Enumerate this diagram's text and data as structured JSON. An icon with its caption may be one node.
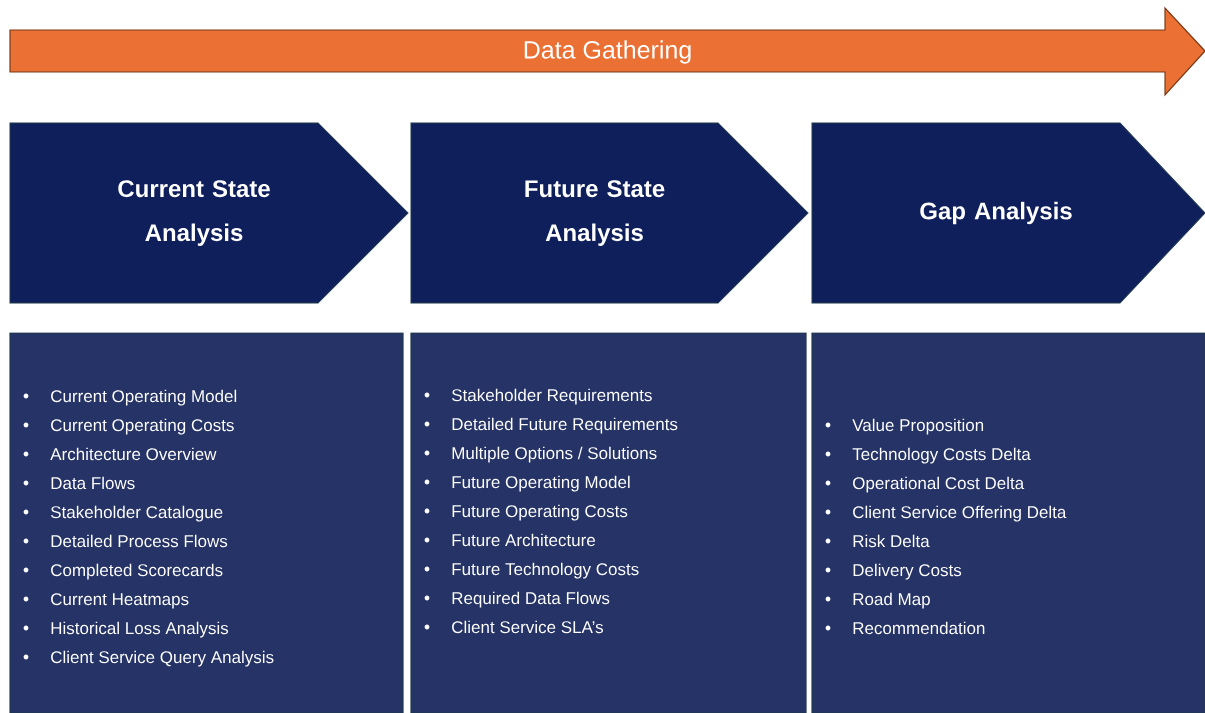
{
  "diagram": {
    "nodes": [
      {
        "text": [
          "Data Gathering"
        ]
      },
      {
        "text": [
          "Current State Analysis"
        ]
      },
      {
        "text": [
          "Future State Analysis"
        ]
      },
      {
        "text": [
          "Gap Analysis"
        ]
      },
      {
        "text": [
          "Current Operating Model",
          "Current Operating Costs",
          "Architecture  Overview",
          "Data Flows",
          "Stakeholder Catalogue",
          "Detailed Process Flows",
          "Completed Scorecards",
          "Current Heatmaps",
          "Historical Loss Analysis",
          "Client Service Query Analysis"
        ]
      },
      {
        "text": [
          "Stakeholder Requirements",
          "Detailed Future Requirements",
          "Multiple Options / Solutions",
          "Future Operating Model",
          "Future Operating Costs",
          "Future Architecture",
          "Future Technology Costs",
          "Required Data Flows",
          "Client Service SLA’s"
        ]
      },
      {
        "text": [
          "Value Proposition",
          "Technology Costs Delta",
          "Operational Cost Delta",
          "Client Service Offering Delta",
          "Risk Delta",
          "Delivery Costs",
          "Road Map",
          "Recommendation"
        ]
      }
    ],
    "edges": []
  }
}
